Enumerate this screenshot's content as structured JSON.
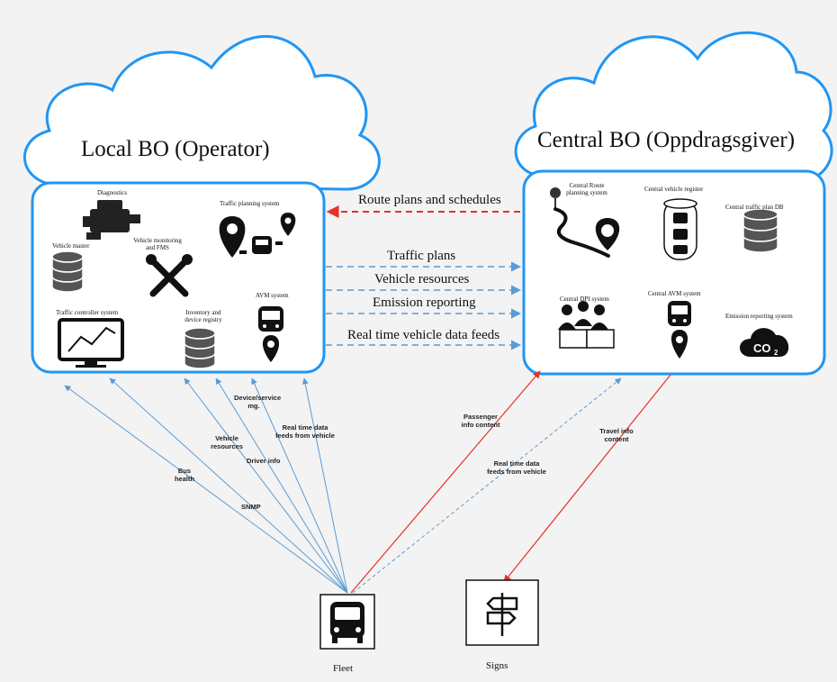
{
  "clouds": {
    "local_title": "Local BO (Operator)",
    "central_title": "Central BO (Oppdragsgiver)"
  },
  "local_components": [
    {
      "label": "Diagnostics",
      "icon": "engine-icon"
    },
    {
      "label": "Traffic planning system",
      "icon": "map-pin-bus-icon"
    },
    {
      "label": "Vehicle master",
      "icon": "database-icon"
    },
    {
      "label": "Vehicle monitoring and FMS",
      "icon": "tools-icon"
    },
    {
      "label": "Traffic controller system",
      "icon": "monitor-chart-icon"
    },
    {
      "label": "Inventory and device registry",
      "icon": "database-icon"
    },
    {
      "label": "AVM system",
      "icon": "bus-pin-icon"
    }
  ],
  "central_components": [
    {
      "label": "Central Route planning system",
      "icon": "route-icon"
    },
    {
      "label": "Central vehicle register",
      "icon": "vehicle-register-icon"
    },
    {
      "label": "Central traffic plan DB",
      "icon": "database-icon"
    },
    {
      "label": "Central DPI system",
      "icon": "people-screen-icon"
    },
    {
      "label": "Central AVM system",
      "icon": "bus-pin-icon"
    },
    {
      "label": "Emission reporting system",
      "icon": "co2-cloud-icon"
    }
  ],
  "flows": [
    {
      "label": "Route plans and schedules",
      "direction": "central-to-local",
      "color": "#e8302a"
    },
    {
      "label": "Traffic plans",
      "direction": "local-to-central",
      "color": "#5b9bd5"
    },
    {
      "label": "Vehicle resources",
      "direction": "local-to-central",
      "color": "#5b9bd5"
    },
    {
      "label": "Emission reporting",
      "direction": "local-to-central",
      "color": "#5b9bd5"
    },
    {
      "label": "Real time vehicle data feeds",
      "direction": "local-to-central",
      "color": "#5b9bd5"
    }
  ],
  "fleet_links": {
    "bus_health": "Bus health",
    "snmp": "SNMP",
    "vehicle_resources": "Vehicle resources",
    "driver_info": "Driver info",
    "device_service": "Device/service mg.",
    "rt_feeds_local": "Real time data feeds from vehicle",
    "passenger_info": "Passenger info content",
    "rt_feeds_central": "Real time data feeds from vehicle",
    "travel_info": "Travel info content"
  },
  "nodes": {
    "fleet": {
      "label": "Fleet",
      "icon": "bus-icon"
    },
    "signs": {
      "label": "Signs",
      "icon": "signpost-icon"
    }
  },
  "colors": {
    "box_stroke": "#2196f3",
    "blue_line": "#5b9bd5",
    "red_line": "#e8302a"
  }
}
